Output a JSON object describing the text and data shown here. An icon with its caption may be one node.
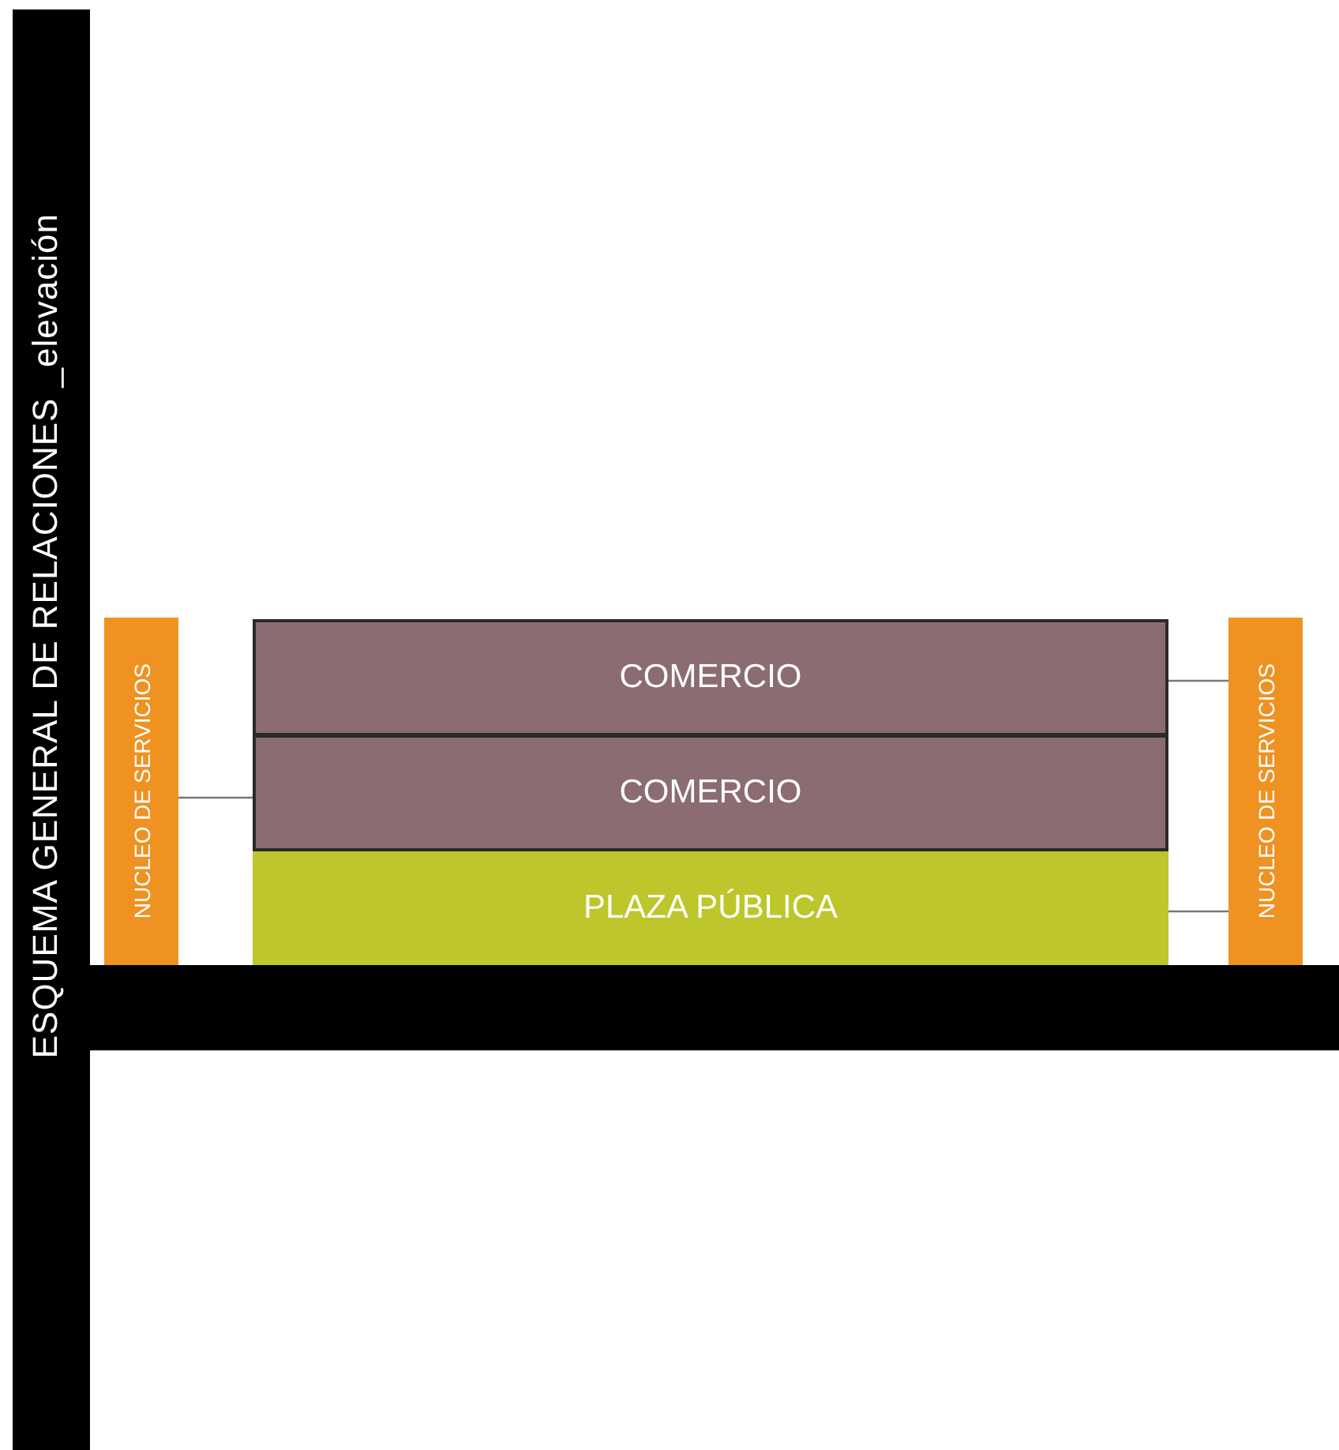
{
  "diagram": {
    "title": "ESQUEMA GENERAL DE RELACIONES _elevación",
    "nodes": [
      {
        "text": [
          "NUCLEO DE SERVICIOS"
        ]
      },
      {
        "text": [
          "COMERCIO"
        ]
      },
      {
        "text": [
          "COMERCIO"
        ]
      },
      {
        "text": [
          "PLAZA PÚBLICA"
        ]
      },
      {
        "text": [
          "NUCLEO DE SERVICIOS"
        ]
      }
    ],
    "edges": [
      {
        "from": 0,
        "to": 2,
        "arrow": "none"
      },
      {
        "from": 1,
        "to": 4,
        "arrow": "none"
      },
      {
        "from": 3,
        "to": 4,
        "arrow": "none"
      }
    ]
  }
}
